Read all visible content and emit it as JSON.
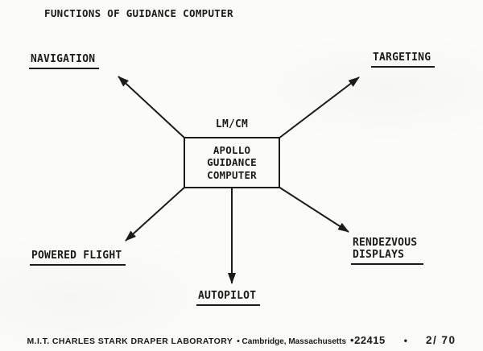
{
  "colors": {
    "background": "#fbfbf9",
    "ink": "#1b1b1b"
  },
  "title": "FUNCTIONS OF GUIDANCE COMPUTER",
  "diagram": {
    "center_box": {
      "tag": "LM/CM",
      "line1": "APOLLO",
      "line2": "GUIDANCE",
      "line3": "COMPUTER"
    },
    "functions": {
      "navigation": "NAVIGATION",
      "targeting": "TARGETING",
      "powered_flight": "POWERED FLIGHT",
      "rendezvous": {
        "line1": "RENDEZVOUS",
        "line2": "DISPLAYS"
      },
      "autopilot": "AUTOPILOT"
    }
  },
  "footer": {
    "organization": "M.I.T. CHARLES STARK DRAPER LABORATORY",
    "location": "• Cambridge, Massachusetts",
    "zip": "•22415",
    "separator": "•",
    "date": "2/ 70"
  }
}
